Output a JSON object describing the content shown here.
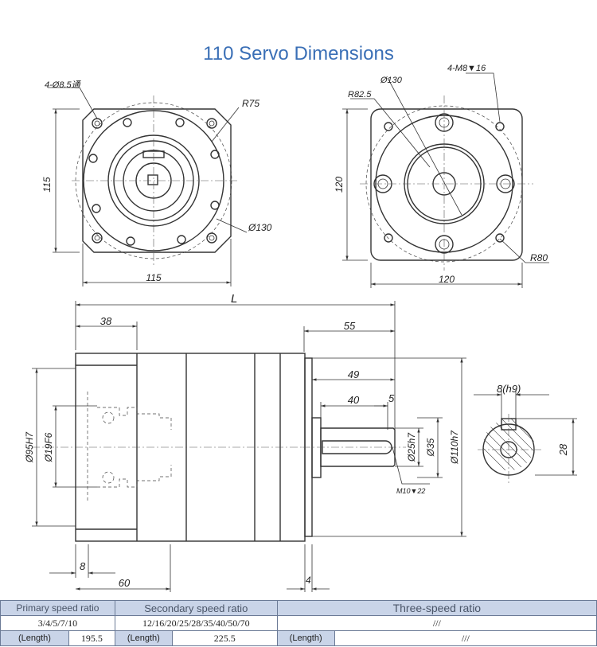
{
  "title": "110 Servo Dimensions",
  "front_view": {
    "holes_label": "4-Ø8.5通",
    "radius_label": "R75",
    "height_label": "115",
    "width_label": "115",
    "circle_label": "Ø130"
  },
  "rear_view": {
    "circle_label": "Ø130",
    "thread_label": "4-M8▼16",
    "radius_top_label": "R82.5",
    "height_label": "120",
    "width_label": "120",
    "radius_bottom_label": "R80"
  },
  "side_view": {
    "total_length_label": "L",
    "flange_label": "38",
    "shaft_total_label": "55",
    "shaft_49_label": "49",
    "key_length_label": "40",
    "key_offset_label": "5",
    "bore_label": "Ø95H7",
    "input_shaft_label": "Ø19F6",
    "output_shaft_label": "Ø25h7",
    "shoulder_label": "Ø35",
    "body_label": "Ø110h7",
    "center_thread_label": "M10▼22",
    "lip_label": "8",
    "depth_label": "60",
    "spigot_label": "4"
  },
  "section_view": {
    "key_width_label": "8(h9)",
    "key_height_label": "28"
  },
  "table": {
    "col1_header": "Primary speed ratio",
    "col2_header": "Secondary speed ratio",
    "col3_header": "Three-speed ratio",
    "col1_ratios": "3/4/5/7/10",
    "col2_ratios": "12/16/20/25/28/35/40/50/70",
    "col3_ratios": "///",
    "length_label": "(Length)",
    "col1_length": "195.5",
    "col2_length": "225.5",
    "col3_length": "///"
  }
}
